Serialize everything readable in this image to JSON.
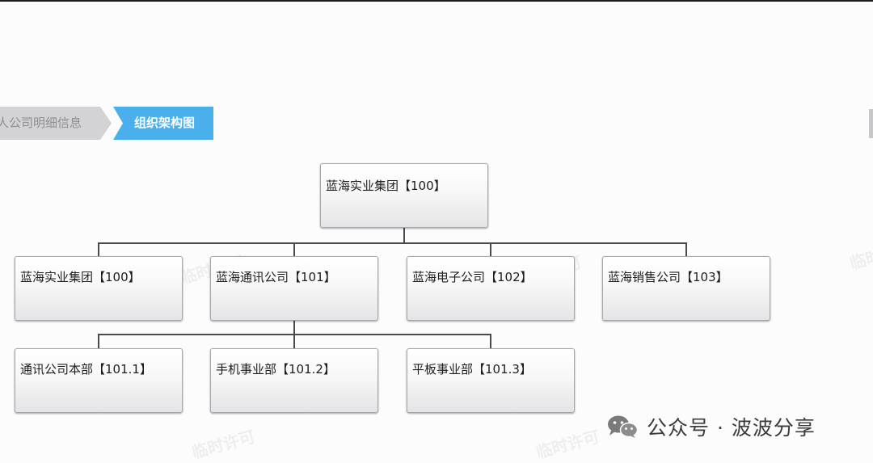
{
  "breadcrumb": {
    "previous_label": "人公司明细信息",
    "current_label": "组织架构图"
  },
  "org_chart": {
    "root": {
      "label": "蓝海实业集团【100】"
    },
    "level1": [
      {
        "label": "蓝海实业集团【100】"
      },
      {
        "label": "蓝海通讯公司【101】"
      },
      {
        "label": "蓝海电子公司【102】"
      },
      {
        "label": "蓝海销售公司【103】"
      }
    ],
    "level2": [
      {
        "label": "通讯公司本部【101.1】"
      },
      {
        "label": "手机事业部【101.2】"
      },
      {
        "label": "平板事业部【101.3】"
      }
    ]
  },
  "watermark": {
    "text": "临时许可"
  },
  "footer_mark": {
    "icon": "wechat-icon",
    "text": "公众号 · 波波分享"
  }
}
